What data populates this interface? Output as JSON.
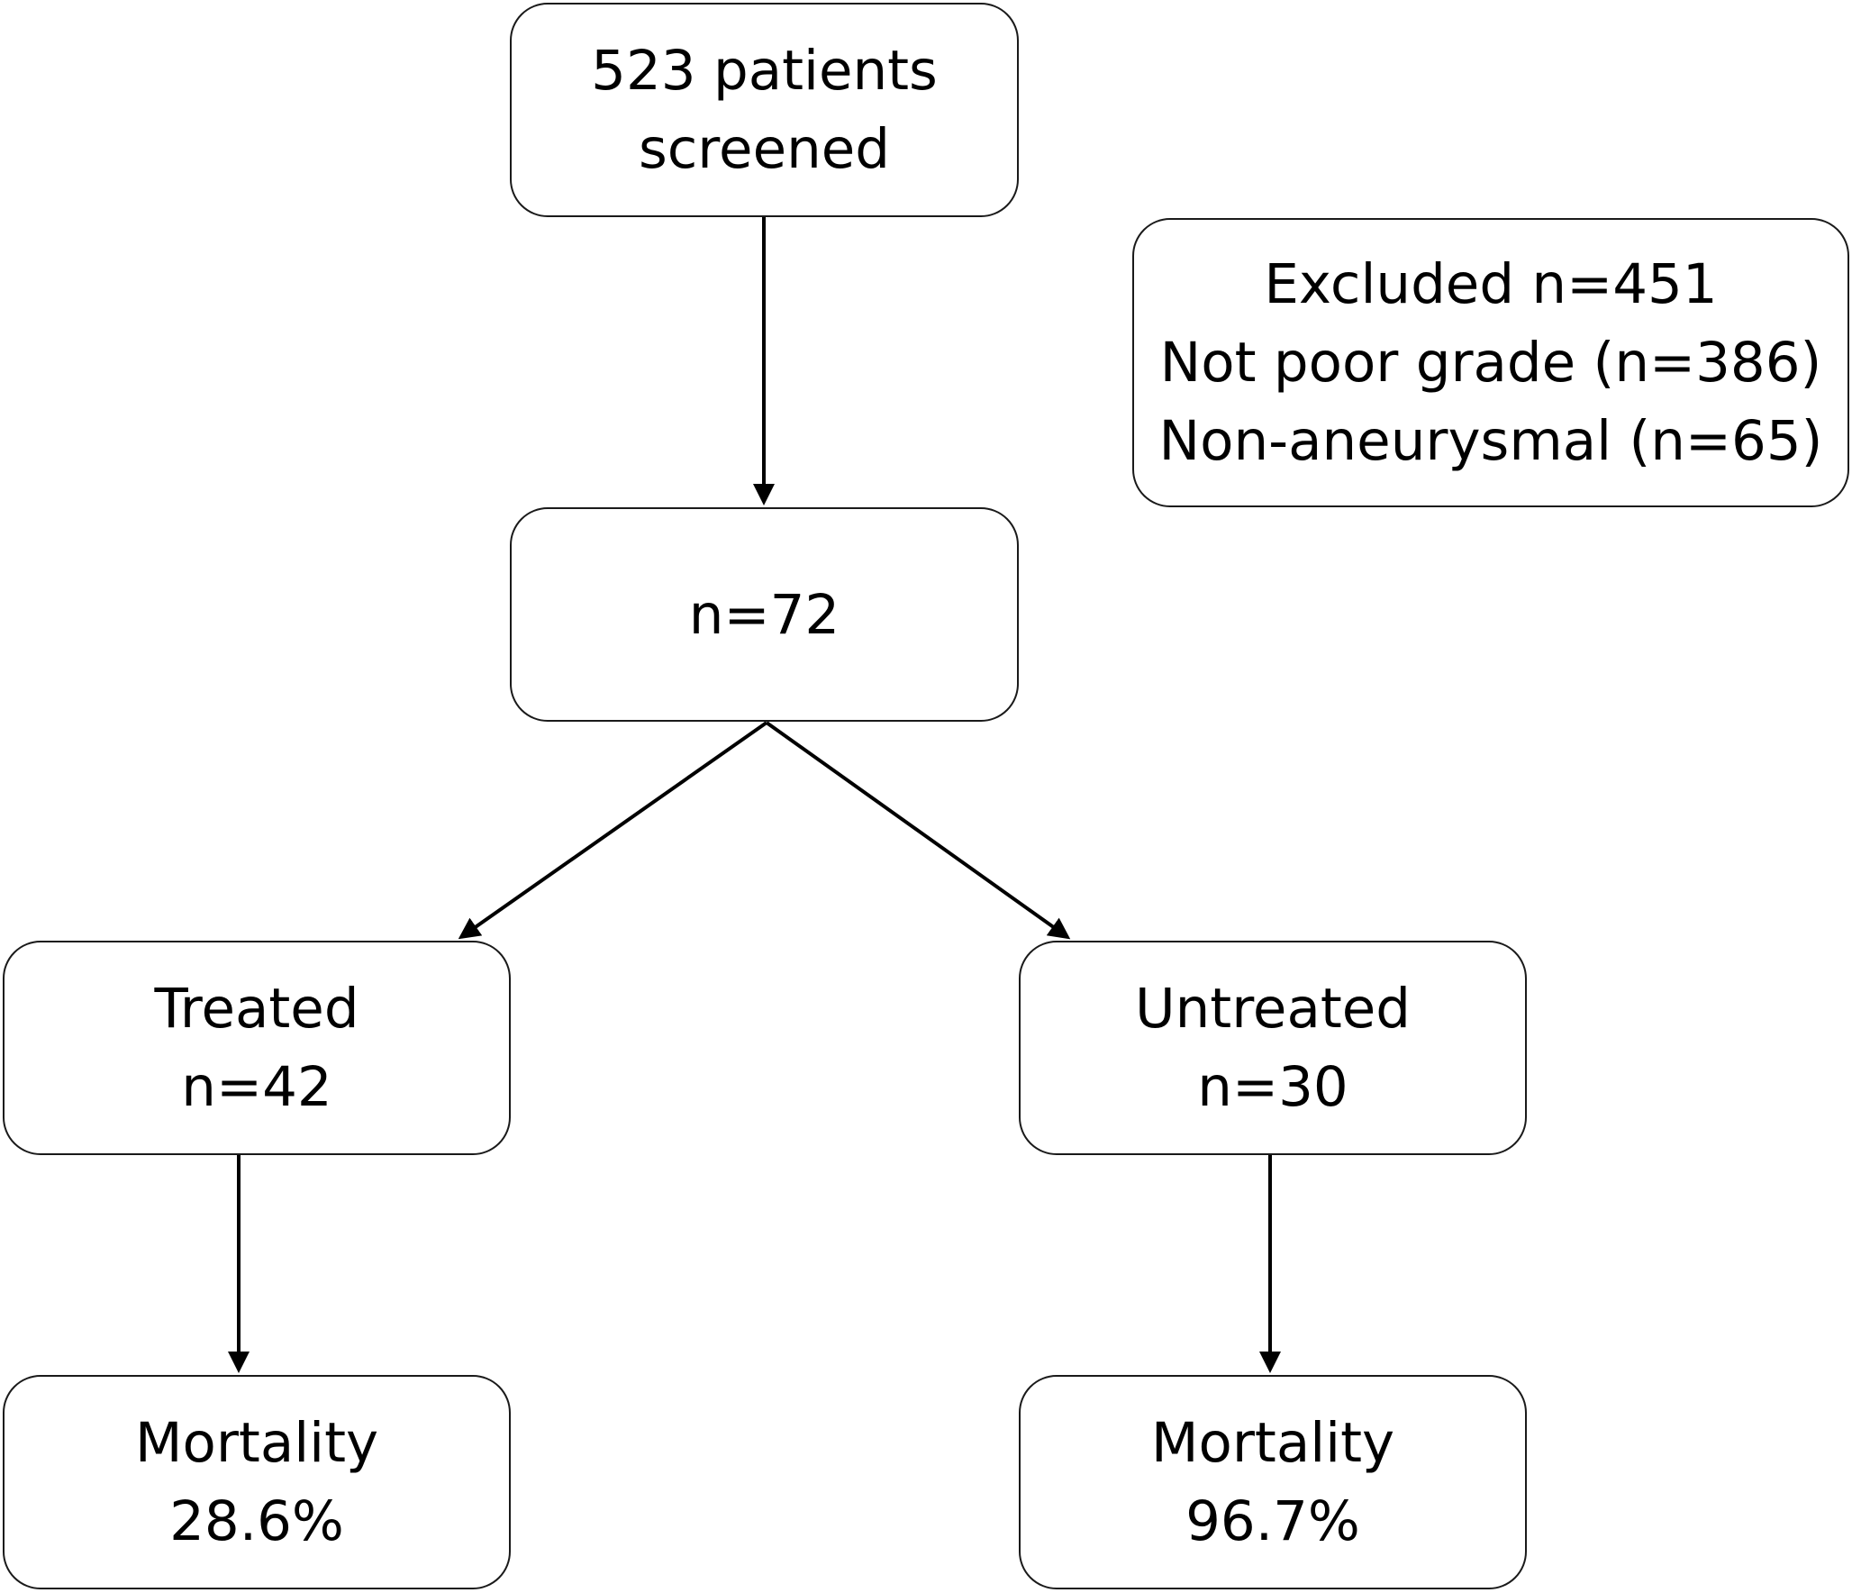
{
  "flowchart": {
    "screened": {
      "line1": "523 patients",
      "line2": "screened"
    },
    "excluded": {
      "line1": "Excluded n=451",
      "line2": "Not poor grade (n=386)",
      "line3": "Non-aneurysmal (n=65)"
    },
    "eligible": {
      "line1": "n=72"
    },
    "treated": {
      "line1": "Treated",
      "line2": "n=42"
    },
    "untreated": {
      "line1": "Untreated",
      "line2": "n=30"
    },
    "treated_outcome": {
      "line1": "Mortality",
      "line2": "28.6%"
    },
    "untreated_outcome": {
      "line1": "Mortality",
      "line2": "96.7%"
    }
  },
  "colors": {
    "stroke": "#000000",
    "box_border": "#1a1a1a",
    "background": "#ffffff"
  }
}
